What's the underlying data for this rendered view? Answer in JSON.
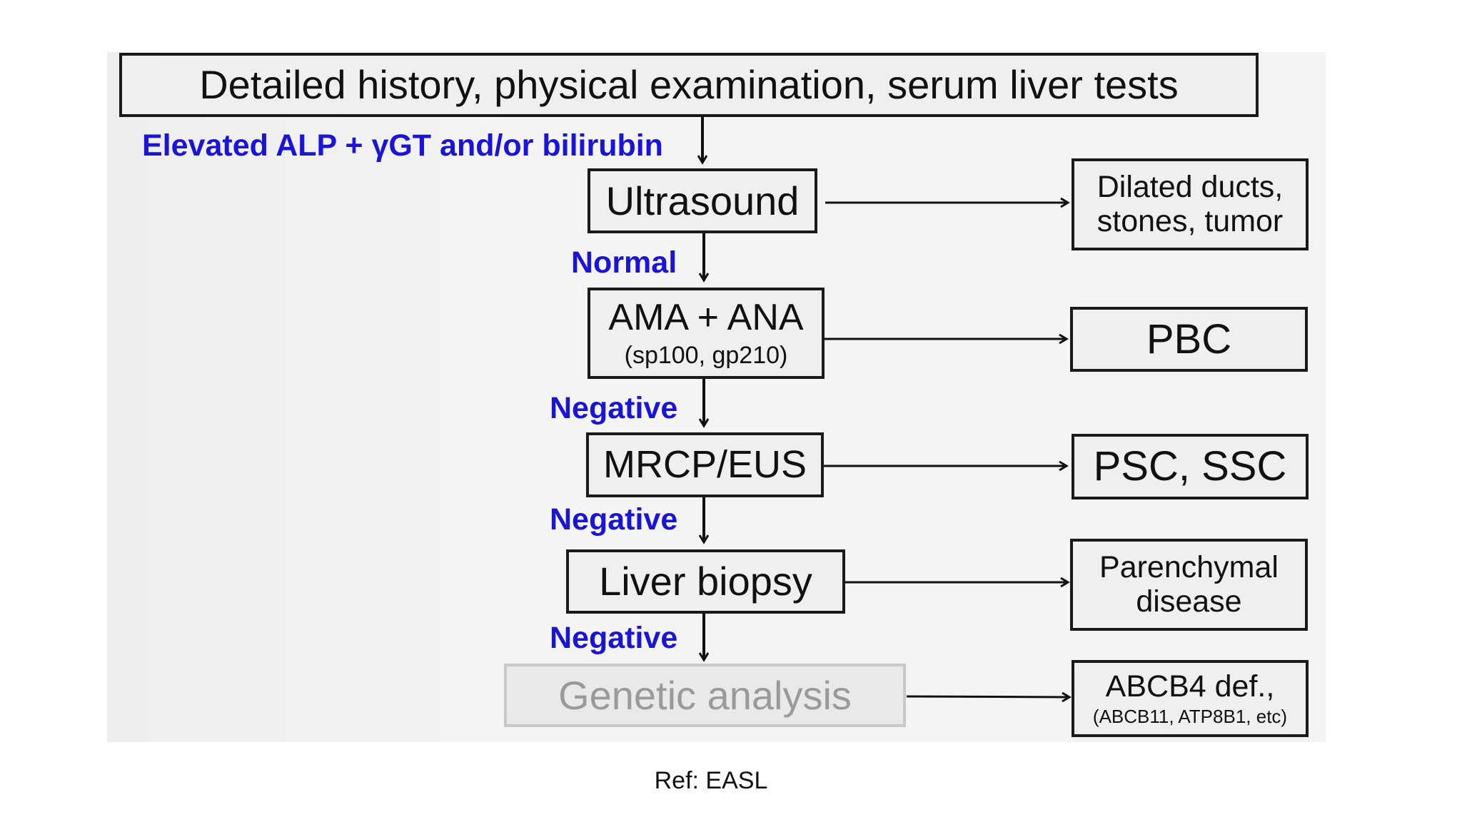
{
  "diagram": {
    "top_box": "Detailed history, physical examination, serum liver tests",
    "steps": [
      {
        "label": "Elevated ALP + γGT and/or bilirubin",
        "box": "Ultrasound",
        "box_sub": "",
        "result": "Dilated ducts,\nstones, tumor"
      },
      {
        "label": "Normal",
        "box": "AMA + ANA",
        "box_sub": "(sp100, gp210)",
        "result": "PBC"
      },
      {
        "label": "Negative",
        "box": "MRCP/EUS",
        "box_sub": "",
        "result": "PSC, SSC"
      },
      {
        "label": "Negative",
        "box": "Liver biopsy",
        "box_sub": "",
        "result": "Parenchymal\ndisease"
      },
      {
        "label": "Negative",
        "box": "Genetic analysis",
        "box_sub": "",
        "result": "ABCB4 def.,",
        "result_sub": "(ABCB11, ATP8B1, etc)"
      }
    ]
  },
  "footer": {
    "ref": "Ref: EASL"
  },
  "colors": {
    "label_blue": "#1a14d8",
    "box_border": "#1a1a1a",
    "faded_text": "#9a9a9a"
  }
}
